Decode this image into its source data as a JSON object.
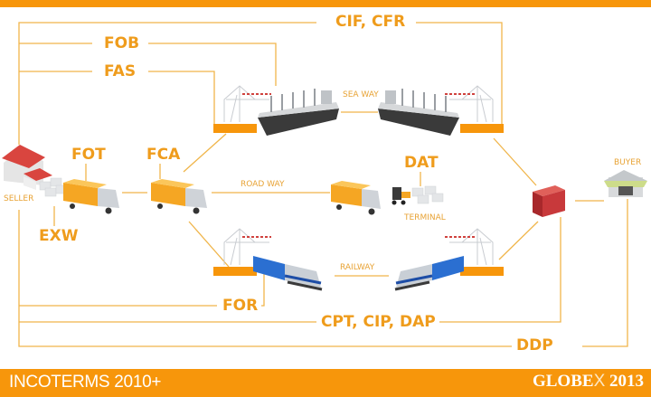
{
  "header": {
    "bar_color": "#f7960b"
  },
  "terms": {
    "cif_cfr": "CIF, CFR",
    "fob": "FOB",
    "fas": "FAS",
    "fot": "FOT",
    "fca": "FCA",
    "exw": "EXW",
    "dat": "DAT",
    "for": "FOR",
    "cpt_cip_dap": "CPT, CIP, DAP",
    "ddp": "DDP"
  },
  "labels": {
    "seller": "SELLER",
    "buyer": "BUYER",
    "sea_way": "SEA WAY",
    "road_way": "ROAD WAY",
    "railway": "RAILWAY",
    "terminal": "TERMINAL"
  },
  "footer": {
    "title": "INCOTERMS 2010+",
    "brand_prefix": "GLOBE",
    "brand_x": "X",
    "brand_year": "2013"
  },
  "colors": {
    "accent": "#f7960b",
    "term_text": "#ef9c1c",
    "line": "#f0b54a",
    "container": "#c8393b",
    "truck": "#f5a623",
    "train": "#2b6fd1"
  }
}
